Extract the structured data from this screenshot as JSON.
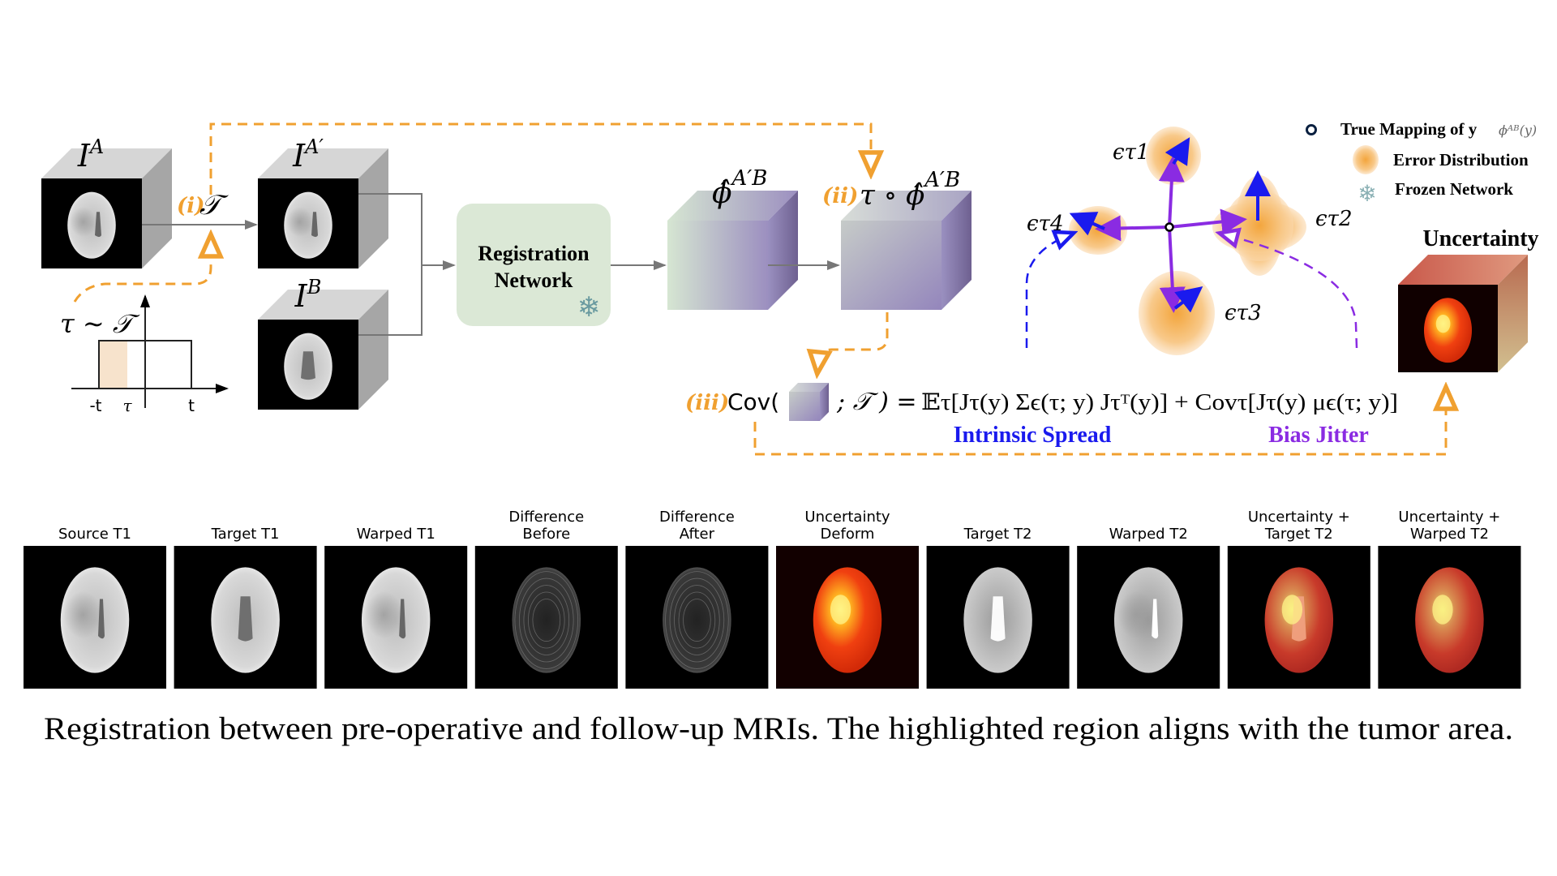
{
  "pipeline": {
    "input_a": {
      "base": "I",
      "sup": "A"
    },
    "input_a_prime": {
      "base": "I",
      "sup": "A′"
    },
    "input_b": {
      "base": "I",
      "sup": "B"
    },
    "step_i": {
      "tag": "(i)",
      "symbol": "𝒯"
    },
    "sampling": {
      "label": "τ ∼ 𝒯",
      "ticks": [
        "-t",
        "τ",
        "t"
      ]
    },
    "registration_network": {
      "line1": "Registration",
      "line2": "Network",
      "icon": "snowflake-icon"
    },
    "phi_hat": {
      "base": "ϕ̂",
      "sup": "A′B"
    },
    "step_ii": {
      "tag": "(ii)",
      "expr": "τ ∘ ϕ̂",
      "sup": "A′B"
    },
    "step_iii": {
      "tag": "(iii)",
      "cov_open": "Cov(",
      "cov_rest": "; 𝒯 ) =",
      "equation": "𝔼τ[Jτ(y) Σϵ(τ; y) Jτᵀ(y)]  +  Covτ[Jτ(y) μϵ(τ; y)]",
      "intrinsic_spread": "Intrinsic Spread",
      "bias_jitter": "Bias Jitter"
    },
    "errors": [
      "ϵτ1",
      "ϵτ2",
      "ϵτ3",
      "ϵτ4"
    ],
    "uncertainty_title": "Uncertainty"
  },
  "legend": {
    "true_mapping": "True Mapping of y",
    "true_mapping_math": "ϕᴬᴮ(y)",
    "error_distribution": "Error Distribution",
    "frozen_network": "Frozen Network"
  },
  "colors": {
    "orange_dashed": "#f0a030",
    "intrinsic_blue": "#1a1aee",
    "bias_purple": "#8a2be2",
    "registration_box": "#dbe8d6"
  },
  "panels": [
    {
      "title": [
        "",
        "Source T1"
      ],
      "kind": "t1_tumor"
    },
    {
      "title": [
        "",
        "Target T1"
      ],
      "kind": "t1"
    },
    {
      "title": [
        "",
        "Warped T1"
      ],
      "kind": "t1_tumor"
    },
    {
      "title": [
        "Difference",
        "Before"
      ],
      "kind": "diff"
    },
    {
      "title": [
        "Difference",
        "After"
      ],
      "kind": "diff2"
    },
    {
      "title": [
        "Uncertainty",
        "Deform"
      ],
      "kind": "heat"
    },
    {
      "title": [
        "",
        "Target T2"
      ],
      "kind": "t2"
    },
    {
      "title": [
        "",
        "Warped T2"
      ],
      "kind": "t2w"
    },
    {
      "title": [
        "Uncertainty +",
        "Target T2"
      ],
      "kind": "overlay"
    },
    {
      "title": [
        "Uncertainty +",
        "Warped T2"
      ],
      "kind": "overlay2"
    }
  ],
  "caption": "Registration between pre-operative and follow-up MRIs. The highlighted region aligns with the tumor area."
}
